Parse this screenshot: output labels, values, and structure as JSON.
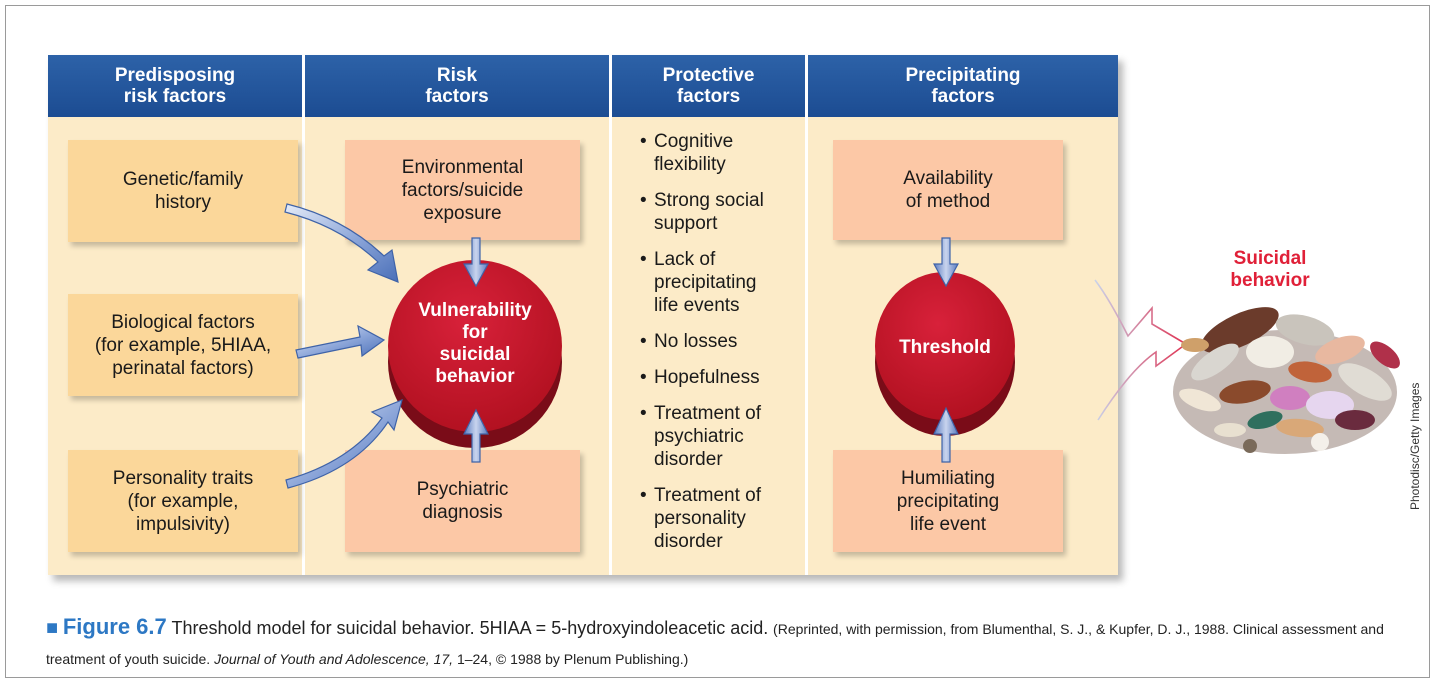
{
  "columns": [
    {
      "title": "Predisposing\nrisk factors"
    },
    {
      "title": "Risk\nfactors"
    },
    {
      "title": "Protective\nfactors"
    },
    {
      "title": "Precipitating\nfactors"
    }
  ],
  "predisposing": {
    "genetic": "Genetic/family\nhistory",
    "biological": "Biological factors\n(for example, 5HIAA,\nperinatal factors)",
    "personality": "Personality traits\n(for example,\nimpulsivity)"
  },
  "risk": {
    "environmental": "Environmental\nfactors/suicide\nexposure",
    "psychiatric": "Psychiatric\ndiagnosis",
    "vulnerability": "Vulnerability\nfor\nsuicidal\nbehavior"
  },
  "protective": [
    "Cognitive\nflexibility",
    "Strong social\nsupport",
    "Lack of\nprecipitating\nlife events",
    "No losses",
    "Hopefulness",
    "Treatment of\npsychiatric\ndisorder",
    "Treatment of\npersonality\ndisorder"
  ],
  "precipitating": {
    "availability": "Availability\nof method",
    "humiliating": "Humiliating\nprecipitating\nlife event",
    "threshold": "Threshold"
  },
  "outcome": "Suicidal\nbehavior",
  "photo_credit": "Photodisc/Getty Images",
  "caption": {
    "square": "■",
    "figure": "Figure 6.7",
    "main": "Threshold model for suicidal behavior. 5HIAA = 5-hydroxyindoleacetic acid.",
    "reference_a": "(Reprinted, with permission, from Blumenthal, S. J., & Kupfer, D. J., 1988. Clinical assessment and treatment of youth suicide. ",
    "journal": "Journal of Youth and Adolescence, 17,",
    "reference_b": " 1–24, © 1988 by Plenum Publishing.)"
  },
  "colors": {
    "header_blue": "#1c4c92",
    "panel_cream": "#fcebc8",
    "box_orange": "#fbd79a",
    "box_pink": "#fcc8a6",
    "disc_red": "#c0142c",
    "arrow_blue": "#6f8fcf",
    "outcome_red": "#e02038",
    "caption_blue": "#2d78c4"
  }
}
